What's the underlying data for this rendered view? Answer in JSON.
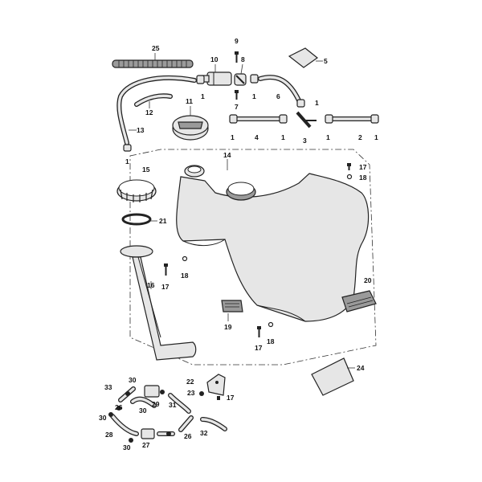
{
  "callouts": [
    {
      "id": "c25",
      "text": "25"
    },
    {
      "id": "c9",
      "text": "9"
    },
    {
      "id": "c10",
      "text": "10"
    },
    {
      "id": "c8",
      "text": "8"
    },
    {
      "id": "c5",
      "text": "5"
    },
    {
      "id": "c1_a",
      "text": "1"
    },
    {
      "id": "c7",
      "text": "7"
    },
    {
      "id": "c1_b",
      "text": "1"
    },
    {
      "id": "c6",
      "text": "6"
    },
    {
      "id": "c1_c",
      "text": "1"
    },
    {
      "id": "c12",
      "text": "12"
    },
    {
      "id": "c11",
      "text": "11"
    },
    {
      "id": "c13",
      "text": "13"
    },
    {
      "id": "c1_d",
      "text": "1"
    },
    {
      "id": "c1_e",
      "text": "1"
    },
    {
      "id": "c4",
      "text": "4"
    },
    {
      "id": "c1_f",
      "text": "1"
    },
    {
      "id": "c3",
      "text": "3"
    },
    {
      "id": "c1_g",
      "text": "1"
    },
    {
      "id": "c2",
      "text": "2"
    },
    {
      "id": "c1_h",
      "text": "1"
    },
    {
      "id": "c14",
      "text": "14"
    },
    {
      "id": "c15",
      "text": "15"
    },
    {
      "id": "c17_a",
      "text": "17"
    },
    {
      "id": "c18_a",
      "text": "18"
    },
    {
      "id": "c21",
      "text": "21"
    },
    {
      "id": "c16",
      "text": "16"
    },
    {
      "id": "c17_b",
      "text": "17"
    },
    {
      "id": "c18_b",
      "text": "18"
    },
    {
      "id": "c20",
      "text": "20"
    },
    {
      "id": "c19",
      "text": "19"
    },
    {
      "id": "c17_c",
      "text": "17"
    },
    {
      "id": "c18_c",
      "text": "18"
    },
    {
      "id": "c24",
      "text": "24"
    },
    {
      "id": "c22",
      "text": "22"
    },
    {
      "id": "c23",
      "text": "23"
    },
    {
      "id": "c17_d",
      "text": "17"
    },
    {
      "id": "c33",
      "text": "33"
    },
    {
      "id": "c30_a",
      "text": "30"
    },
    {
      "id": "c26_a",
      "text": "26"
    },
    {
      "id": "c29",
      "text": "29"
    },
    {
      "id": "c31",
      "text": "31"
    },
    {
      "id": "c30_b",
      "text": "30"
    },
    {
      "id": "c30_c",
      "text": "30"
    },
    {
      "id": "c28",
      "text": "28"
    },
    {
      "id": "c30_d",
      "text": "30"
    },
    {
      "id": "c27",
      "text": "27"
    },
    {
      "id": "c26_b",
      "text": "26"
    },
    {
      "id": "c32",
      "text": "32"
    }
  ]
}
